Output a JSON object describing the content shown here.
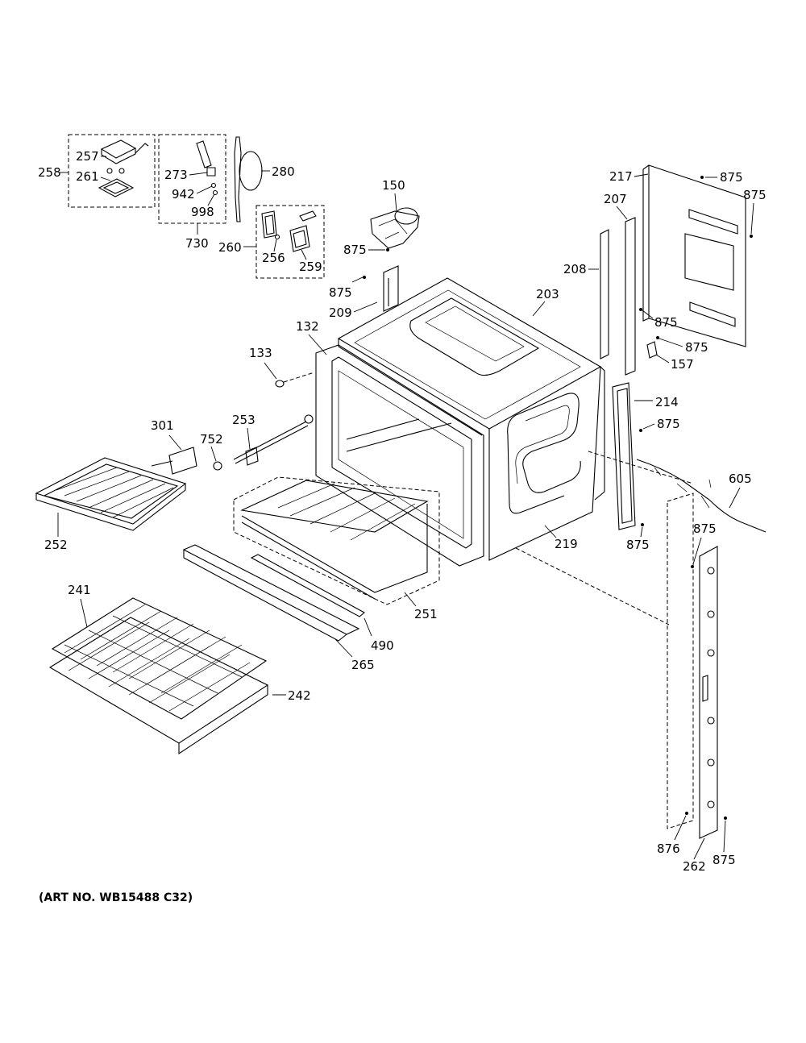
{
  "labels": {
    "l258": "258",
    "l257": "257",
    "l261": "261",
    "l273": "273",
    "l942": "942",
    "l998": "998",
    "l730": "730",
    "l280": "280",
    "l260": "260",
    "l256": "256",
    "l259": "259",
    "l150": "150",
    "l875a": "875",
    "l875b": "875",
    "l209": "209",
    "l217": "217",
    "l875c": "875",
    "l875d": "875",
    "l207": "207",
    "l208": "208",
    "l203": "203",
    "l875e": "875",
    "l875f": "875",
    "l157": "157",
    "l132": "132",
    "l133": "133",
    "l301": "301",
    "l752": "752",
    "l253": "253",
    "l252": "252",
    "l214": "214",
    "l875g": "875",
    "l605": "605",
    "l219": "219",
    "l875h": "875",
    "l875i": "875",
    "l251": "251",
    "l490": "490",
    "l265": "265",
    "l241": "241",
    "l242": "242",
    "l876": "876",
    "l262": "262",
    "l875j": "875"
  },
  "footer": {
    "art_no": "(ART NO. WB15488 C32)"
  }
}
